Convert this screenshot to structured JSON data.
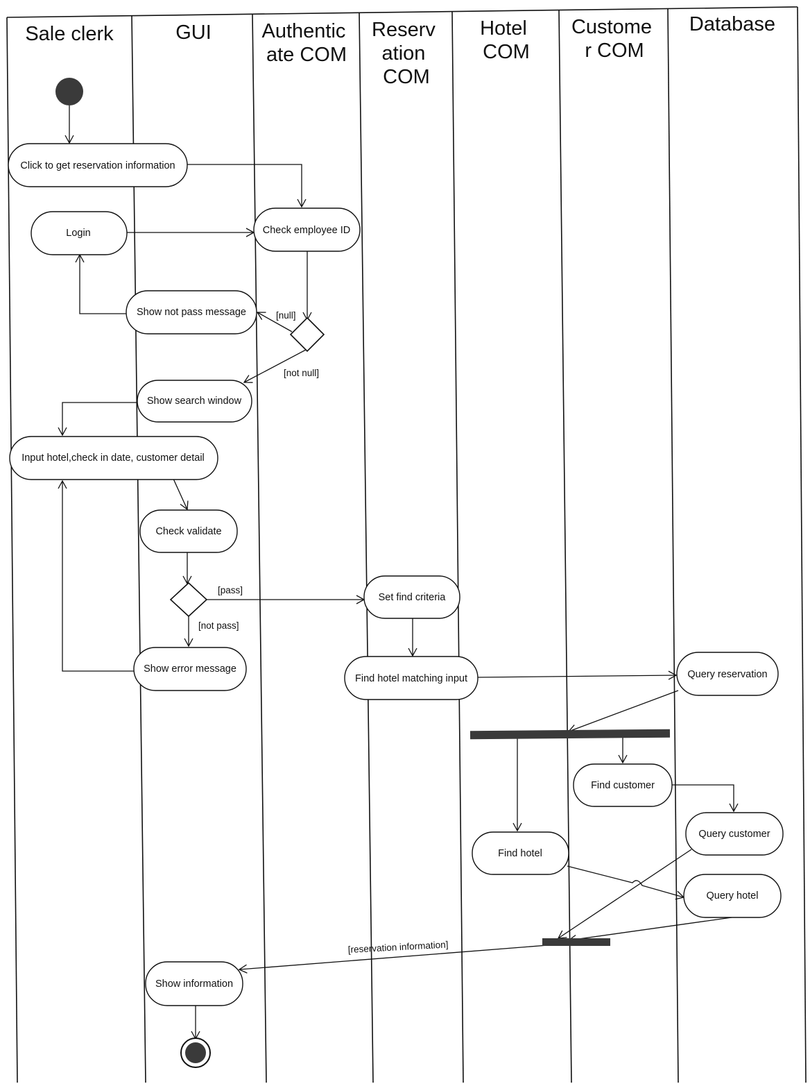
{
  "lanes": [
    {
      "title": [
        "Sale clerk"
      ]
    },
    {
      "title": [
        "GUI"
      ]
    },
    {
      "title": [
        "Authentic",
        "ate COM"
      ]
    },
    {
      "title": [
        "Reserv",
        "ation",
        "COM"
      ]
    },
    {
      "title": [
        "Hotel",
        "COM"
      ]
    },
    {
      "title": [
        "Custome",
        "r COM"
      ]
    },
    {
      "title": [
        "Database"
      ]
    }
  ],
  "activities": {
    "click_reservation": "Click to get reservation information",
    "login": "Login",
    "check_employee_id": "Check employee ID",
    "show_not_pass": "Show not pass message",
    "show_search_window": "Show search window",
    "input_details": "Input hotel,check in date, customer detail",
    "check_validate": "Check validate",
    "show_error": "Show error message",
    "set_find_criteria": "Set find criteria",
    "find_hotel_matching": "Find hotel matching input",
    "query_reservation": "Query reservation",
    "find_customer": "Find customer",
    "query_customer": "Query customer",
    "find_hotel": "Find hotel",
    "query_hotel": "Query hotel",
    "show_information": "Show information"
  },
  "guards": {
    "null": "[null]",
    "not_null": "[not null]",
    "pass": "[pass]",
    "not_pass": "[not pass]",
    "reservation_information": "[reservation information]"
  }
}
